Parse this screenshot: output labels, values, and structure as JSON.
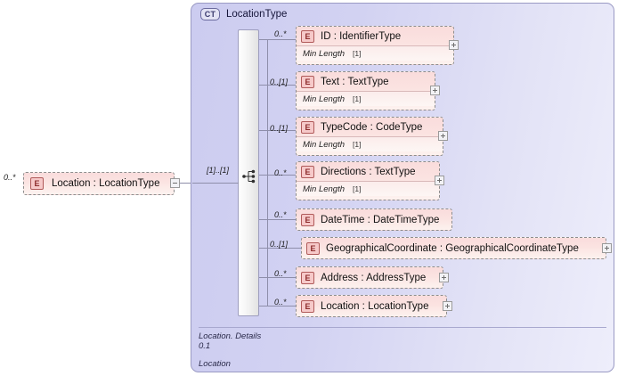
{
  "diagram": {
    "type": "xsd-schema-diagram",
    "root_element": {
      "badge": "E",
      "name": "Location",
      "separator": ":",
      "type": "LocationType",
      "label": "Location : LocationType",
      "cardinality": "0..*",
      "toggle": "collapse",
      "toggle_glyph": "minus"
    },
    "complex_type": {
      "badge": "CT",
      "title": "LocationType",
      "compositor": "sequence",
      "compositor_cardinality": "[1]..[1]",
      "footer": {
        "line1": "Location. Details",
        "line2": "0.1",
        "line3": "Location"
      }
    },
    "children": [
      {
        "badge": "E",
        "name": "ID",
        "separator": ":",
        "type": "IdentifierType",
        "label": "ID            : IdentifierType",
        "cardinality": "0..*",
        "facet_label": "Min Length",
        "facet_value": "[1]",
        "has_facet": true,
        "toggle": "expand"
      },
      {
        "badge": "E",
        "name": "Text",
        "separator": ":",
        "type": "TextType",
        "label": "Text        : TextType",
        "cardinality": "0..[1]",
        "facet_label": "Min Length",
        "facet_value": "[1]",
        "has_facet": true,
        "toggle": "expand"
      },
      {
        "badge": "E",
        "name": "TypeCode",
        "separator": ":",
        "type": "CodeType",
        "label": "TypeCode : CodeType",
        "cardinality": "0..[1]",
        "facet_label": "Min Length",
        "facet_value": "[1]",
        "has_facet": true,
        "toggle": "expand"
      },
      {
        "badge": "E",
        "name": "Directions",
        "separator": ":",
        "type": "TextType",
        "label": "Directions : TextType",
        "cardinality": "0..*",
        "facet_label": "Min Length",
        "facet_value": "[1]",
        "has_facet": true,
        "toggle": "expand"
      },
      {
        "badge": "E",
        "name": "DateTime",
        "separator": ":",
        "type": "DateTimeType",
        "label": "DateTime : DateTimeType",
        "cardinality": "0..*",
        "has_facet": false,
        "toggle": "none"
      },
      {
        "badge": "E",
        "name": "GeographicalCoordinate",
        "separator": ":",
        "type": "GeographicalCoordinateType",
        "label": "GeographicalCoordinate : GeographicalCoordinateType",
        "cardinality": "0..[1]",
        "has_facet": false,
        "toggle": "expand"
      },
      {
        "badge": "E",
        "name": "Address",
        "separator": ":",
        "type": "AddressType",
        "label": "Address : AddressType",
        "cardinality": "0..*",
        "has_facet": false,
        "toggle": "expand"
      },
      {
        "badge": "E",
        "name": "Location",
        "separator": ":",
        "type": "LocationType",
        "label": "Location : LocationType",
        "cardinality": "0..*",
        "has_facet": false,
        "toggle": "expand"
      }
    ],
    "colors": {
      "panel_fill": "#d4d4f2",
      "panel_border": "#9a9ac4",
      "element_fill": "#fadcdc",
      "element_border": "#8d8d8d",
      "badge_e_fill": "#f6c9c9",
      "badge_e_text": "#8c2b2b",
      "badge_ct_fill": "#e3e3f4",
      "connector": "#8e8eaa",
      "background": "#ffffff"
    }
  }
}
